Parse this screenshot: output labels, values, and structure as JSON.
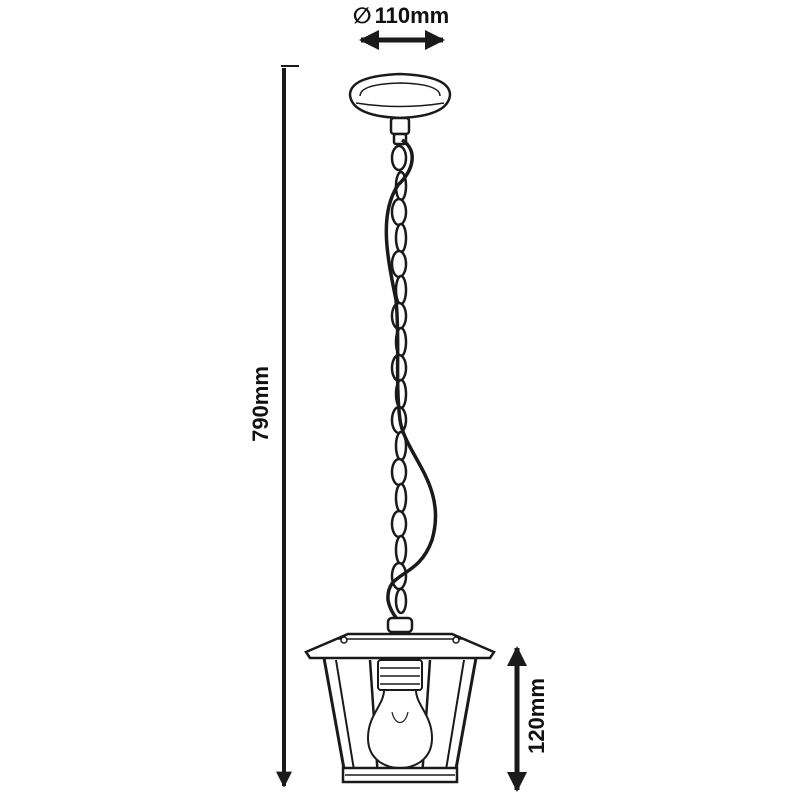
{
  "dimensions": {
    "diameter": {
      "symbol": "∅",
      "value": "110mm"
    },
    "total_height": "790mm",
    "lantern_height": "120mm"
  },
  "colors": {
    "line": "#1a1a1a",
    "fill": "#ffffff"
  }
}
